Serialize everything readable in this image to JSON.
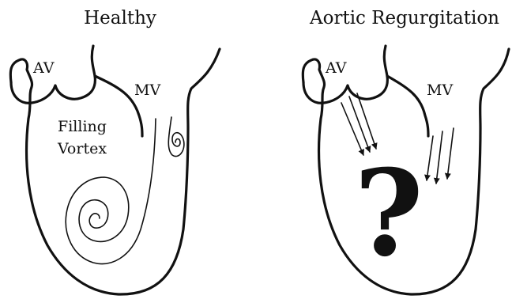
{
  "panels": {
    "healthy": {
      "title": "Healthy",
      "av_label": "AV",
      "mv_label": "MV",
      "vortex_label_line1": "Filling",
      "vortex_label_line2": "Vortex"
    },
    "regurgitation": {
      "title": "Aortic Regurgitation",
      "av_label": "AV",
      "mv_label": "MV",
      "unknown_mark": "?"
    }
  },
  "colors": {
    "ink": "#111111",
    "background": "#ffffff"
  }
}
